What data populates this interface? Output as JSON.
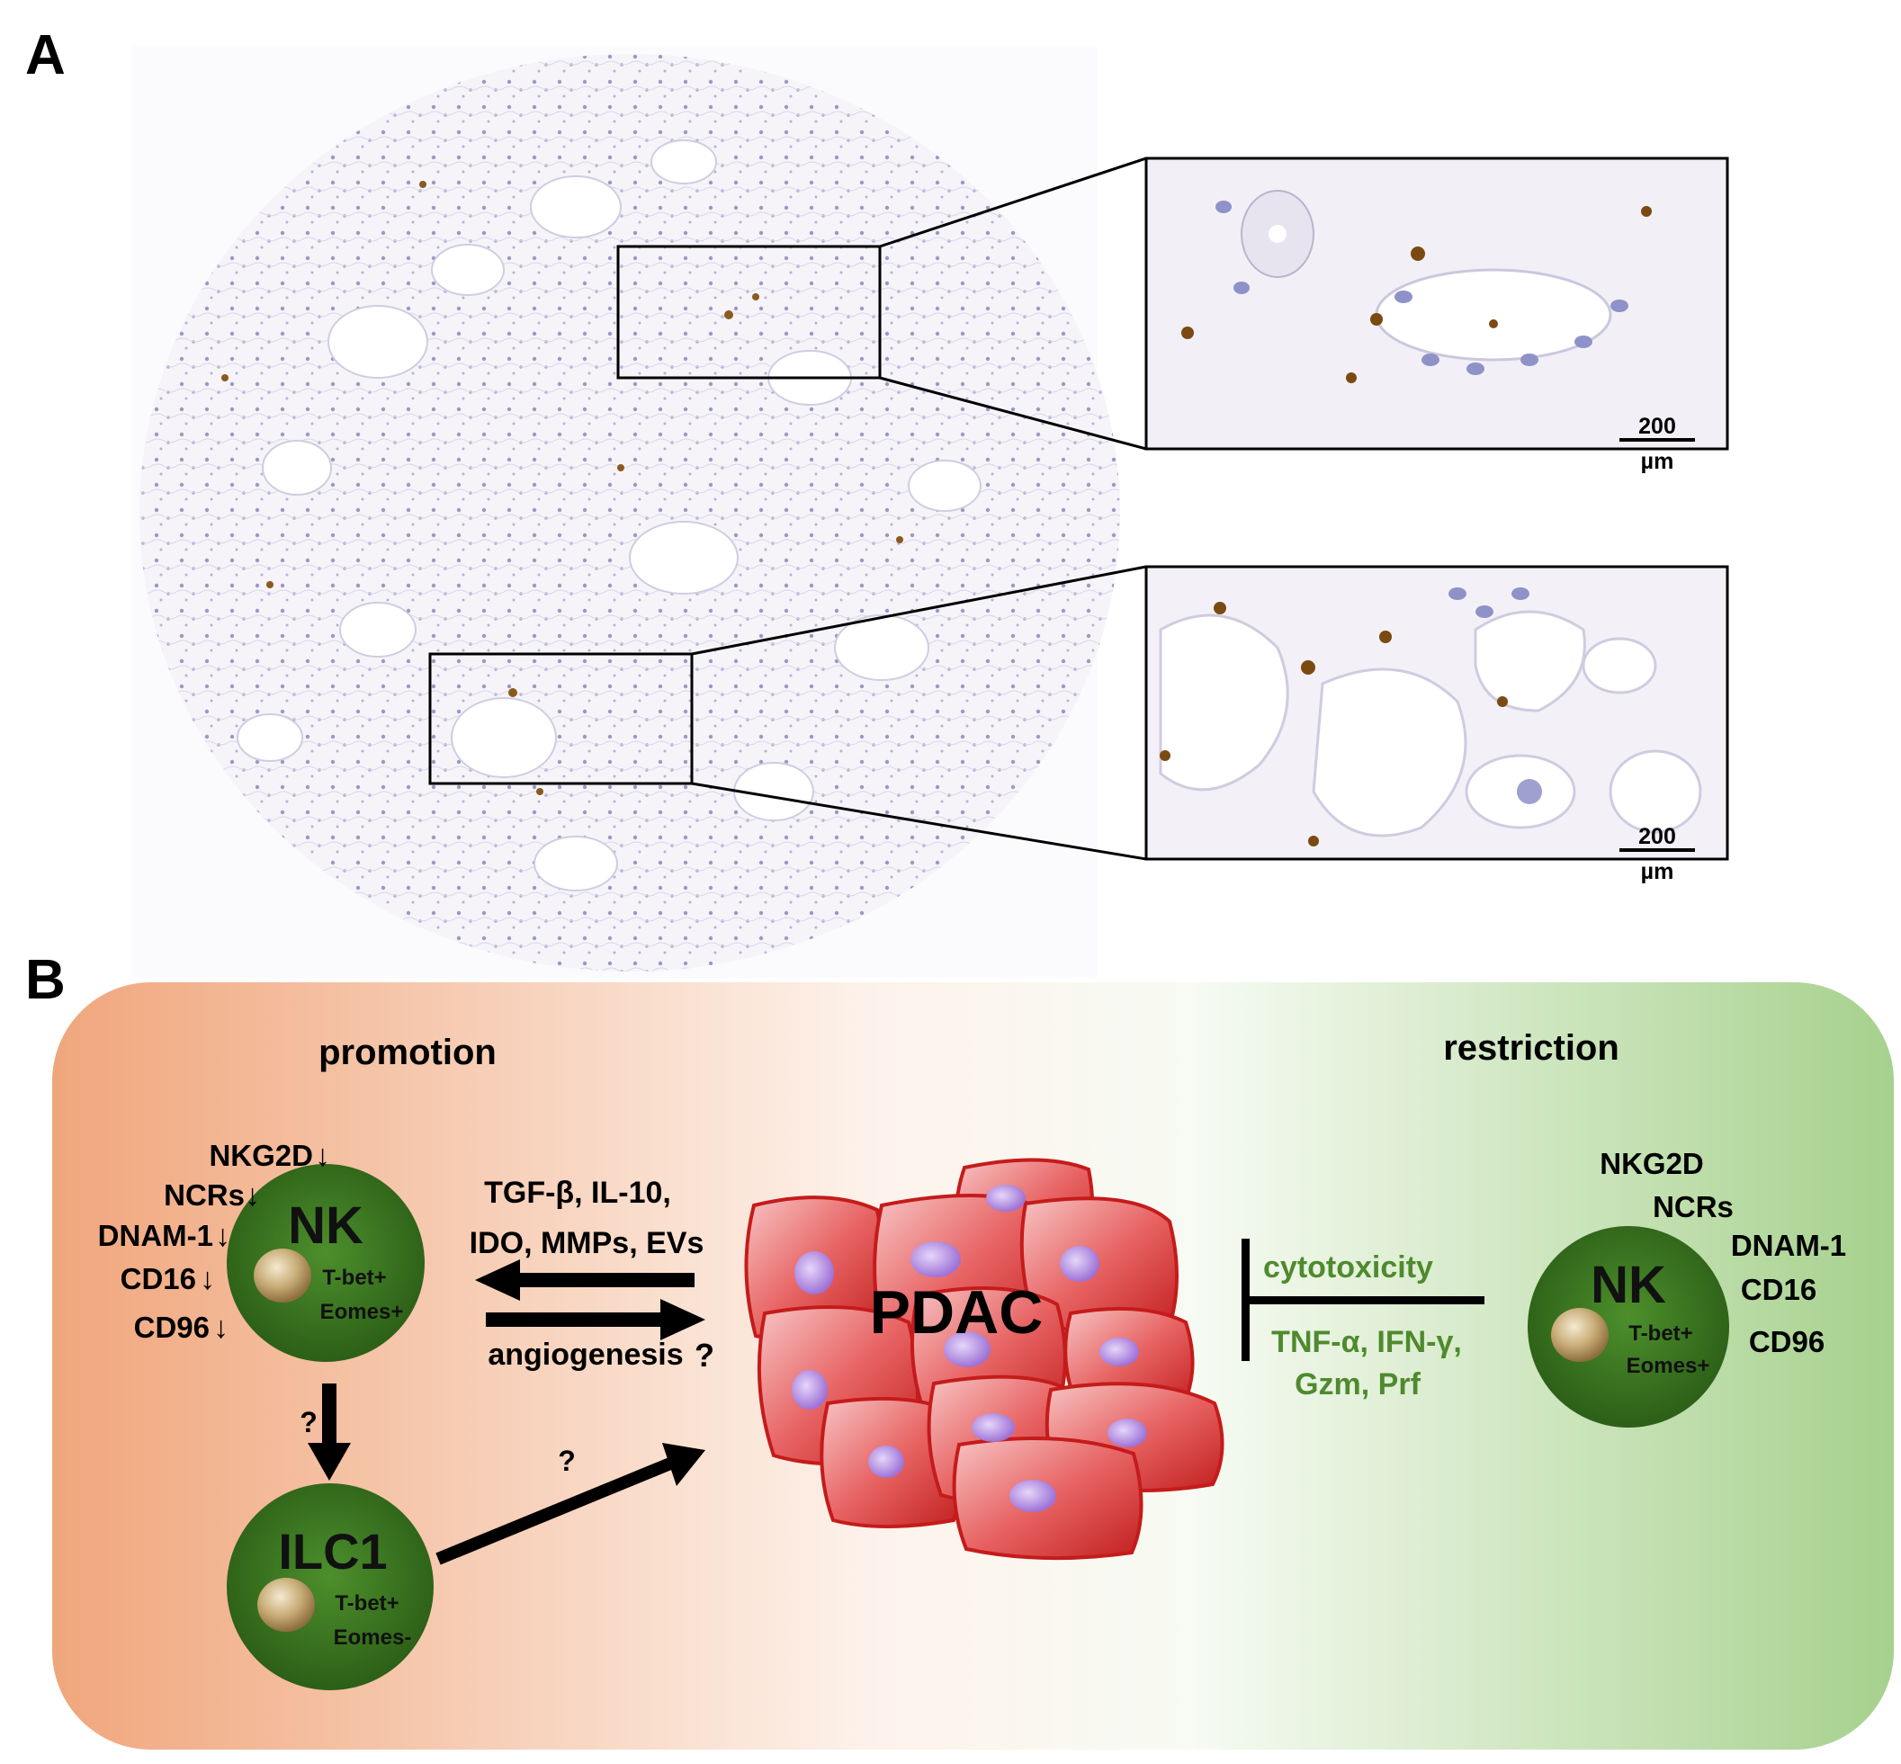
{
  "panel_a": {
    "label": "A",
    "insets": [
      {
        "scale_value": "200",
        "scale_unit": "µm"
      },
      {
        "scale_value": "200",
        "scale_unit": "µm"
      }
    ]
  },
  "panel_b": {
    "label": "B",
    "promotion_title": "promotion",
    "restriction_title": "restriction",
    "nk_left": {
      "name": "NK",
      "tbet": "T-bet+",
      "eomes": "Eomes+",
      "receptors": [
        "NKG2D",
        "NCRs",
        "DNAM-1",
        "CD16",
        "CD96"
      ],
      "arrow_glyph": "↓"
    },
    "ilc1": {
      "name": "ILC1",
      "tbet": "T-bet+",
      "eomes": "Eomes-"
    },
    "factors_line1": "TGF-β, IL-10,",
    "factors_line2": "IDO, MMPs, EVs",
    "angiogenesis": "angiogenesis",
    "question": "?",
    "tumor_label": "PDAC",
    "cytotoxicity": "cytotoxicity",
    "cytokines_line1": "TNF-α, IFN-γ,",
    "cytokines_line2": "Gzm, Prf",
    "nk_right": {
      "name": "NK",
      "tbet": "T-bet+",
      "eomes": "Eomes+",
      "receptors": [
        "NKG2D",
        "NCRs",
        "DNAM-1",
        "CD16",
        "CD96"
      ]
    },
    "colors": {
      "promotion": "#f0a67c",
      "restriction": "#a6d18d",
      "cell_green": "#3d7a22",
      "tumor_red": "#d42a2a",
      "nucleus_purple": "#b48be0",
      "cytotoxic_text": "#4f8a2e"
    }
  }
}
